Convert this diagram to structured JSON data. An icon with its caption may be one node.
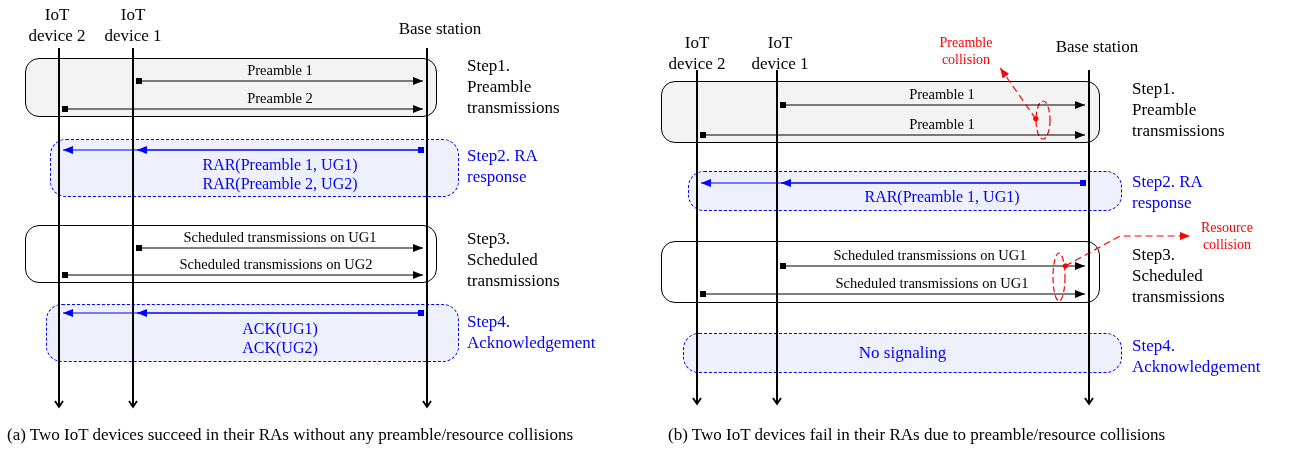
{
  "diagram": {
    "nodes": [
      {
        "text": [],
        "shape": "bar",
        "beside": [
          "IoT device 2"
        ]
      },
      {
        "text": [],
        "shape": "bar",
        "beside": [
          "IoT device 1"
        ]
      },
      {
        "text": [],
        "shape": "bar",
        "beside": [
          "Base station"
        ]
      },
      {
        "text": [],
        "shape": "bar",
        "beside": [
          "IoT device 2"
        ]
      },
      {
        "text": [],
        "shape": "bar",
        "beside": [
          "IoT device 1"
        ]
      },
      {
        "text": [],
        "shape": "bar",
        "beside": [
          "Base station"
        ]
      },
      {
        "text": [
          "Preamble collision"
        ]
      },
      {
        "text": [],
        "shape": "ellipse"
      },
      {
        "text": [
          "Resource collision"
        ]
      },
      {
        "text": [],
        "shape": "ellipse"
      },
      {
        "text": [
          "No signaling"
        ]
      }
    ],
    "edges": [
      {
        "from": 1,
        "to": 2,
        "arrow": "to",
        "label": "Preamble 1"
      },
      {
        "from": 0,
        "to": 2,
        "arrow": "to",
        "label": "Preamble 2"
      },
      {
        "from": 2,
        "to": 1,
        "arrow": "to",
        "label": "RAR(Preamble 1, UG1)",
        "color": "#0000ff"
      },
      {
        "from": 2,
        "to": 0,
        "arrow": "to",
        "label": "RAR(Preamble 2, UG2)",
        "color": "#0000ff"
      },
      {
        "from": 1,
        "to": 2,
        "arrow": "to",
        "label": "Scheduled transmissions on UG1"
      },
      {
        "from": 0,
        "to": 2,
        "arrow": "to",
        "label": "Scheduled transmissions on UG2"
      },
      {
        "from": 2,
        "to": 1,
        "arrow": "to",
        "label": "ACK(UG1)",
        "color": "#0000ff"
      },
      {
        "from": 2,
        "to": 0,
        "arrow": "to",
        "label": "ACK(UG2)",
        "color": "#0000ff"
      },
      {
        "from": 4,
        "to": 5,
        "arrow": "to",
        "label": "Preamble 1"
      },
      {
        "from": 3,
        "to": 5,
        "arrow": "to",
        "label": "Preamble 1"
      },
      {
        "from": 5,
        "to": 4,
        "arrow": "to",
        "label": "RAR(Preamble 1, UG1)",
        "color": "#0000ff"
      },
      {
        "from": 5,
        "to": 3,
        "arrow": "to",
        "color": "#0000ff"
      },
      {
        "from": 4,
        "to": 5,
        "arrow": "to",
        "label": "Scheduled transmissions on UG1"
      },
      {
        "from": 3,
        "to": 5,
        "arrow": "to",
        "label": "Scheduled transmissions on UG1"
      },
      {
        "from": 7,
        "to": 6,
        "arrow": "to",
        "style": "dashed",
        "color": "#ff0000"
      },
      {
        "from": 9,
        "to": 8,
        "arrow": "to",
        "style": "dashed",
        "color": "#ff0000"
      }
    ],
    "labels": [
      "Step1. Preamble transmissions",
      "Step2. RA response",
      "Step3. Scheduled transmissions",
      "Step4. Acknowledgement",
      "Step1. Preamble transmissions",
      "Step2. RA response",
      "Step3. Scheduled transmissions",
      "Step4. Acknowledgement",
      "(a)  Two IoT devices succeed in their RAs without any preamble/resource collisions",
      "(b)  Two IoT devices fail in their RAs due to preamble/resource collisions"
    ]
  }
}
